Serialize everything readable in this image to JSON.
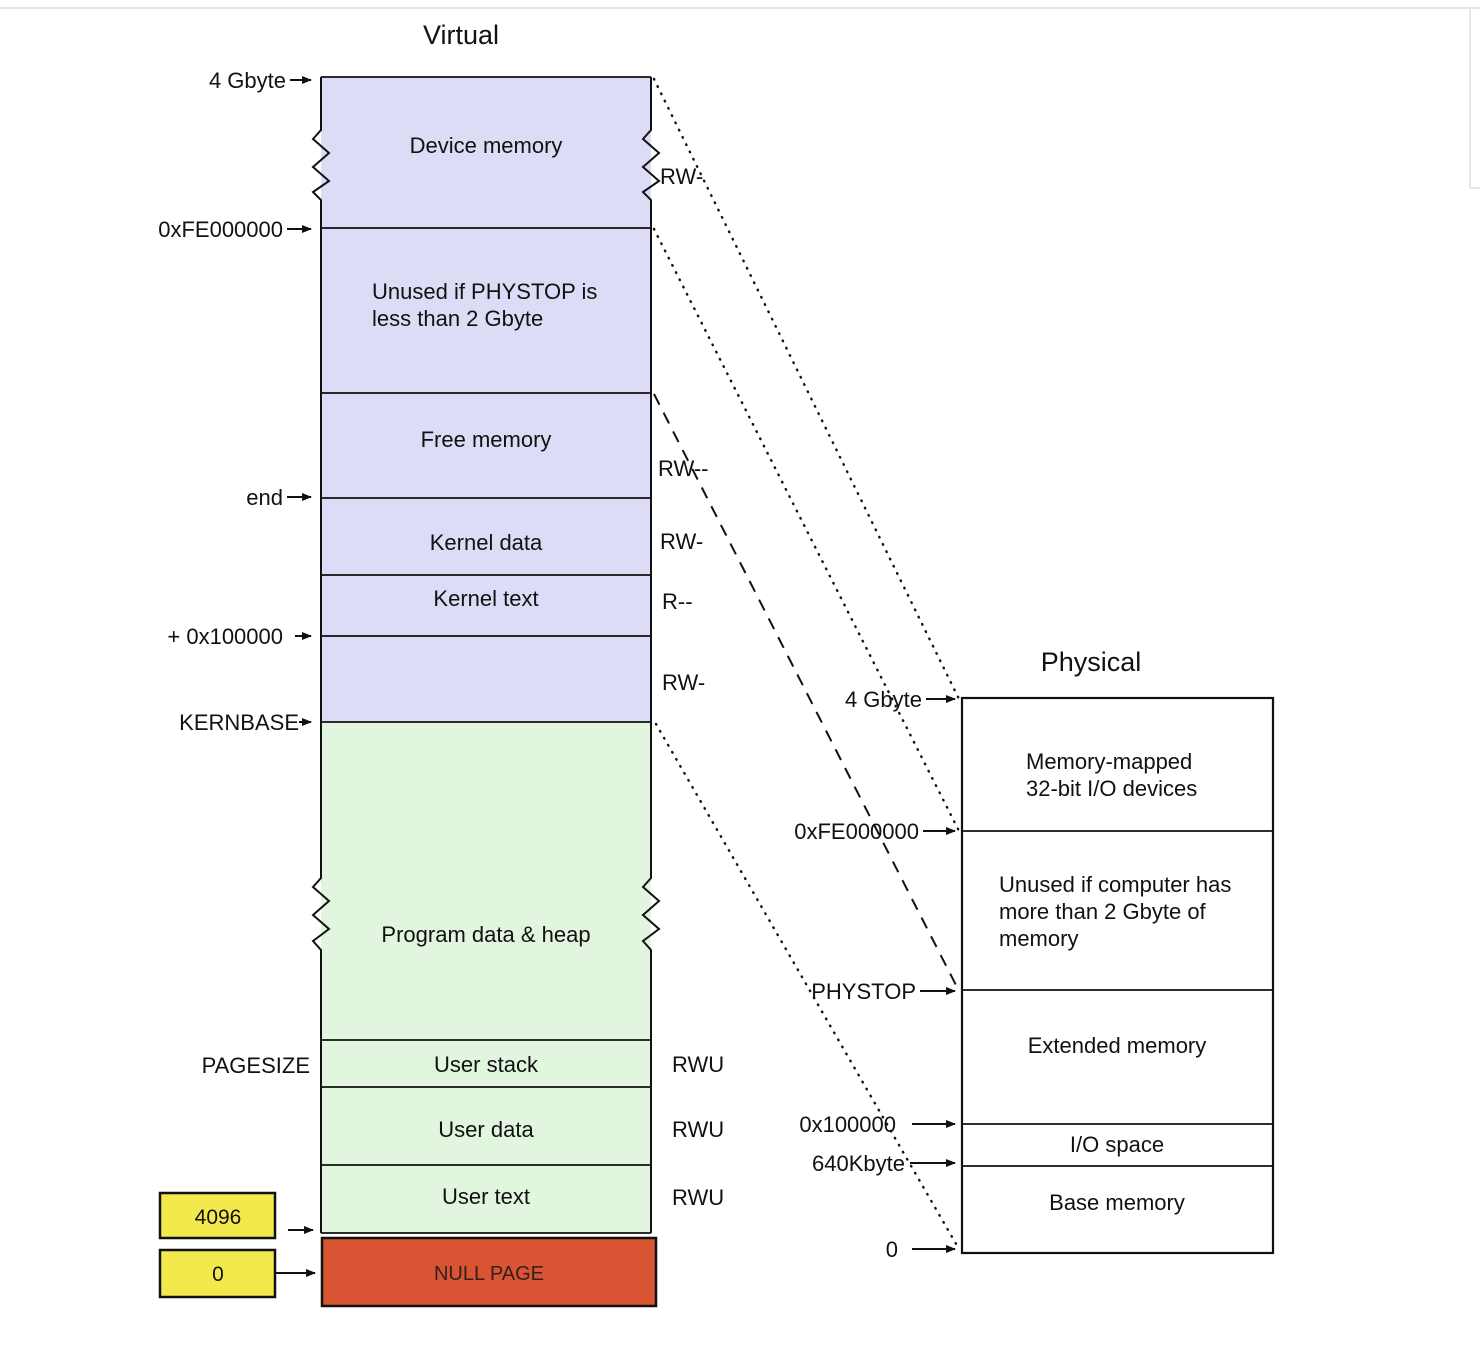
{
  "colors": {
    "kernel_fill": "#dcdcf7",
    "user_fill": "#e2f5df",
    "null_fill": "#d85432",
    "callout_fill": "#f3e94d",
    "physical_fill": "#ffffff",
    "line": "#111111"
  },
  "virtual": {
    "title": "Virtual",
    "labels": {
      "gbyte4": "4 Gbyte",
      "fe": "0xFE000000",
      "end": "end",
      "plus100000": "+ 0x100000",
      "kernbase": "KERNBASE",
      "pagesize": "PAGESIZE"
    },
    "sections": {
      "device": "Device memory",
      "unused_l1": "Unused if PHYSTOP is",
      "unused_l2": "less than 2 Gbyte",
      "free": "Free memory",
      "kernel_data": "Kernel data",
      "kernel_text": "Kernel text",
      "program": "Program data & heap",
      "user_stack": "User stack",
      "user_data": "User data",
      "user_text": "User text",
      "null_page": "NULL PAGE"
    },
    "permissions": {
      "device": "RW-",
      "free": "RW--",
      "kernel_data": "RW-",
      "kernel_text": "R--",
      "below_kernel_text": "RW-",
      "user_stack": "RWU",
      "user_data": "RWU",
      "user_text": "RWU"
    },
    "callouts": {
      "page_size_value": "4096",
      "zero": "0"
    }
  },
  "physical": {
    "title": "Physical",
    "labels": {
      "gbyte4": "4 Gbyte",
      "fe": "0xFE000000",
      "phystop": "PHYSTOP",
      "x100000": "0x100000",
      "k640": "640Kbyte",
      "zero": "0"
    },
    "sections": {
      "mmio_l1": "Memory-mapped",
      "mmio_l2": "32-bit I/O devices",
      "unused_l1": "Unused if computer has",
      "unused_l2": "more than 2 Gbyte of",
      "unused_l3": "memory",
      "extended": "Extended memory",
      "io": "I/O space",
      "base": "Base memory"
    }
  }
}
